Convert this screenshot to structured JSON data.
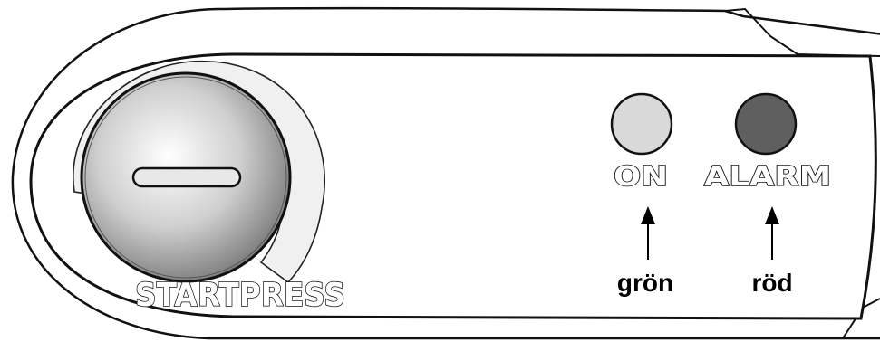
{
  "panel": {
    "knob_label": "STARTPRESS"
  },
  "indicators": [
    {
      "label": "ON",
      "caption": "grön",
      "color": "#d9d9d9"
    },
    {
      "label": "ALARM",
      "caption": "röd",
      "color": "#5f5f5f"
    }
  ]
}
